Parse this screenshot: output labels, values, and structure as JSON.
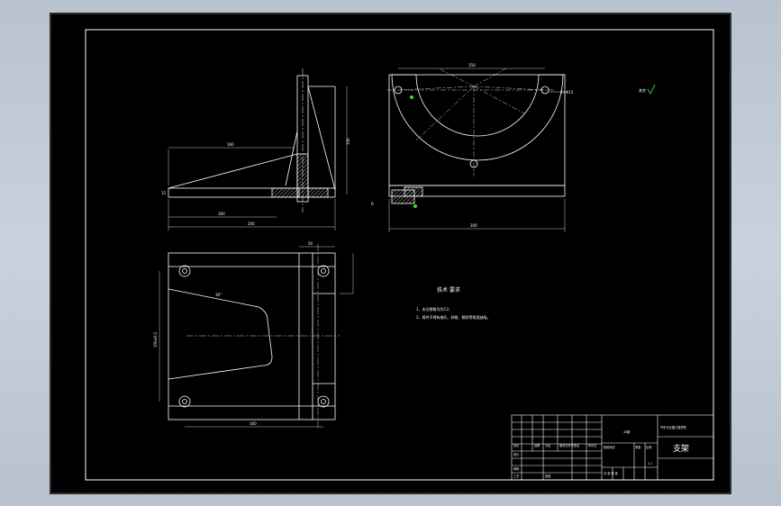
{
  "drawing": {
    "title_block": {
      "part_name": "支架",
      "school": "汽车与交通工程学院",
      "material": "45钢",
      "scale": "1:1",
      "sheet_labels": [
        "标记",
        "处数",
        "分区",
        "更改文件号",
        "签名",
        "年月日",
        "设计",
        "审核",
        "工艺",
        "批准",
        "阶段标记",
        "重量",
        "比例",
        "共 张 第 张"
      ]
    },
    "tech_requirements": {
      "heading": "技术 要求",
      "items": [
        "1、未注倒角均为C2;",
        "2、铸件不得有缩孔、砂眼、裂纹等铸造缺陷。"
      ]
    },
    "roughness_note": "其余",
    "dimensions": {
      "side_top_width": "160",
      "side_height": "150",
      "side_bottom_1": "160",
      "side_bottom_2": "200",
      "side_left_15": "15",
      "front_top": "150",
      "front_holes": "2×Φ12",
      "front_bottom": "200",
      "front_left_r": "R",
      "plan_top": "50",
      "plan_width": "160",
      "plan_left": "100±0.1",
      "plan_angle": "30°"
    }
  },
  "colors": {
    "line": "#ffffff",
    "accent": "#33dd33",
    "background": "#000000",
    "hatch": "#ffffff"
  }
}
